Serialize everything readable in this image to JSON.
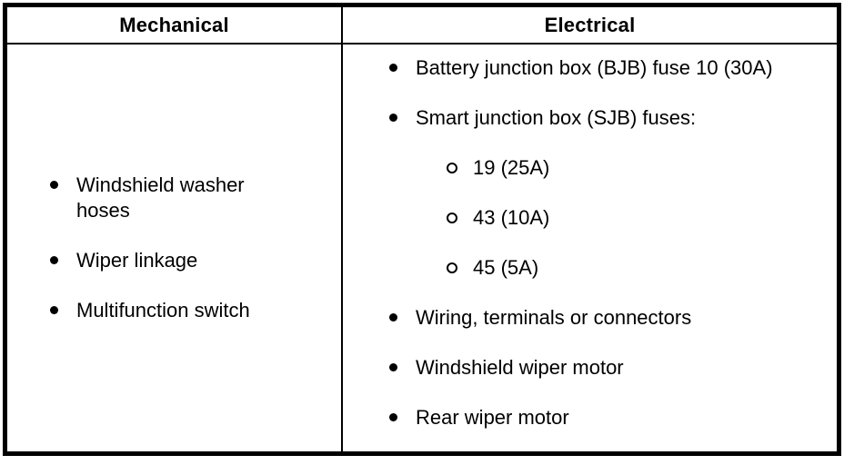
{
  "table": {
    "colors": {
      "border": "#000000",
      "text": "#000000",
      "background": "#ffffff"
    },
    "columns": [
      {
        "header": "Mechanical",
        "items": [
          {
            "level": 1,
            "text": "Windshield washer hoses"
          },
          {
            "level": 1,
            "text": "Wiper linkage"
          },
          {
            "level": 1,
            "text": "Multifunction switch"
          }
        ]
      },
      {
        "header": "Electrical",
        "items": [
          {
            "level": 1,
            "text": "Battery junction box (BJB) fuse 10 (30A)"
          },
          {
            "level": 1,
            "text": "Smart junction box (SJB) fuses:"
          },
          {
            "level": 2,
            "text": "19 (25A)"
          },
          {
            "level": 2,
            "text": "43 (10A)"
          },
          {
            "level": 2,
            "text": "45 (5A)"
          },
          {
            "level": 1,
            "text": "Wiring, terminals or connectors"
          },
          {
            "level": 1,
            "text": "Windshield wiper motor"
          },
          {
            "level": 1,
            "text": "Rear wiper motor"
          }
        ]
      }
    ]
  }
}
